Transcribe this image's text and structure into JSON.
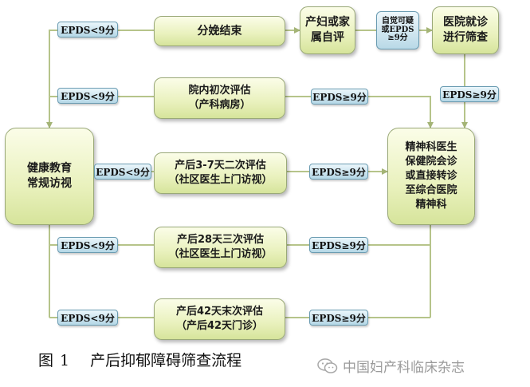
{
  "nodes": {
    "health_education": [
      "健康教育",
      "常规访视"
    ],
    "delivery_end": [
      "分娩结束"
    ],
    "self_family_eval": [
      "产妇或家",
      "属自评"
    ],
    "hospital_screening": [
      "医院就诊",
      "进行筛查"
    ],
    "first_eval": [
      "院内初次评估",
      "（产科病房）"
    ],
    "second_eval": [
      "产后3-7天二次评估",
      "（社区医生上门访视）"
    ],
    "third_eval": [
      "产后28天三次评估",
      "（社区医生上门访视）"
    ],
    "final_eval": [
      "产后42天末次评估",
      "（产后42天门诊）"
    ],
    "referral": [
      "精神科医生",
      "保健院会诊",
      "或直接转诊",
      "至综合医院",
      "精神科"
    ]
  },
  "tags": {
    "low_delivery": "EPDS<9分",
    "low_first": "EPDS<9分",
    "low_second": "EPDS<9分",
    "low_third": "EPDS<9分",
    "low_final": "EPDS<9分",
    "high_first": "EPDS≥9分",
    "high_second": "EPDS≥9分",
    "high_third": "EPDS≥9分",
    "high_final": "EPDS≥9分",
    "high_hospital": "EPDS≥9分",
    "self_suspect": [
      "自觉可疑",
      "或EPDS",
      "≥9分"
    ]
  },
  "caption": {
    "prefix": "图",
    "number": "1",
    "title": "产后抑郁障碍筛查流程"
  },
  "watermark": {
    "text": "中国妇产科临床杂志"
  },
  "colors": {
    "node_fill": "#e9f1bd",
    "node_border": "#9aa978",
    "tag_fill": "#b4d7e6",
    "tag_border": "#6b9cb2",
    "connector": "#b6c48a",
    "watermark": "#9a9a9a"
  },
  "icons": {
    "watermark": "wechat-icon"
  }
}
